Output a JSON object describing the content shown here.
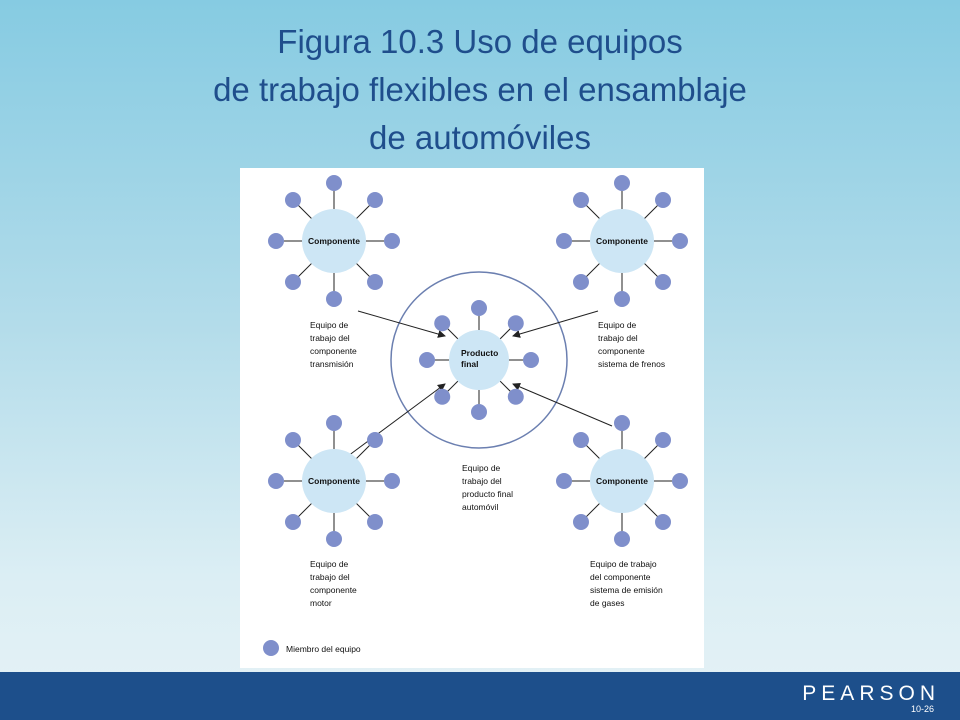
{
  "title": {
    "lines": [
      "Figura 10.3  Uso de equipos",
      "de trabajo flexibles en el ensamblaje",
      "de automóviles"
    ]
  },
  "diagram": {
    "colors": {
      "member_fill": "#7f8fcb",
      "hub_fill": "#cde6f5",
      "ring_stroke": "#6b7fb0",
      "line": "#222222"
    },
    "center": {
      "label_lines": [
        "Producto",
        "final"
      ],
      "caption_lines": [
        "Equipo de",
        "trabajo del",
        "producto final",
        "automóvil"
      ]
    },
    "teams": [
      {
        "id": "transmision",
        "label": "Componente",
        "caption_lines": [
          "Equipo de",
          "trabajo del",
          "componente",
          "transmisión"
        ]
      },
      {
        "id": "frenos",
        "label": "Componente",
        "caption_lines": [
          "Equipo de",
          "trabajo del",
          "componente",
          "sistema de frenos"
        ]
      },
      {
        "id": "motor",
        "label": "Componente",
        "caption_lines": [
          "Equipo de",
          "trabajo del",
          "componente",
          "motor"
        ]
      },
      {
        "id": "gases",
        "label": "Componente",
        "caption_lines": [
          "Equipo de trabajo",
          "del componente",
          "sistema de emisión",
          "de gases"
        ]
      }
    ],
    "legend": {
      "label": "Miembro del equipo"
    }
  },
  "footer": {
    "brand": "PEARSON",
    "page": "10-26"
  }
}
